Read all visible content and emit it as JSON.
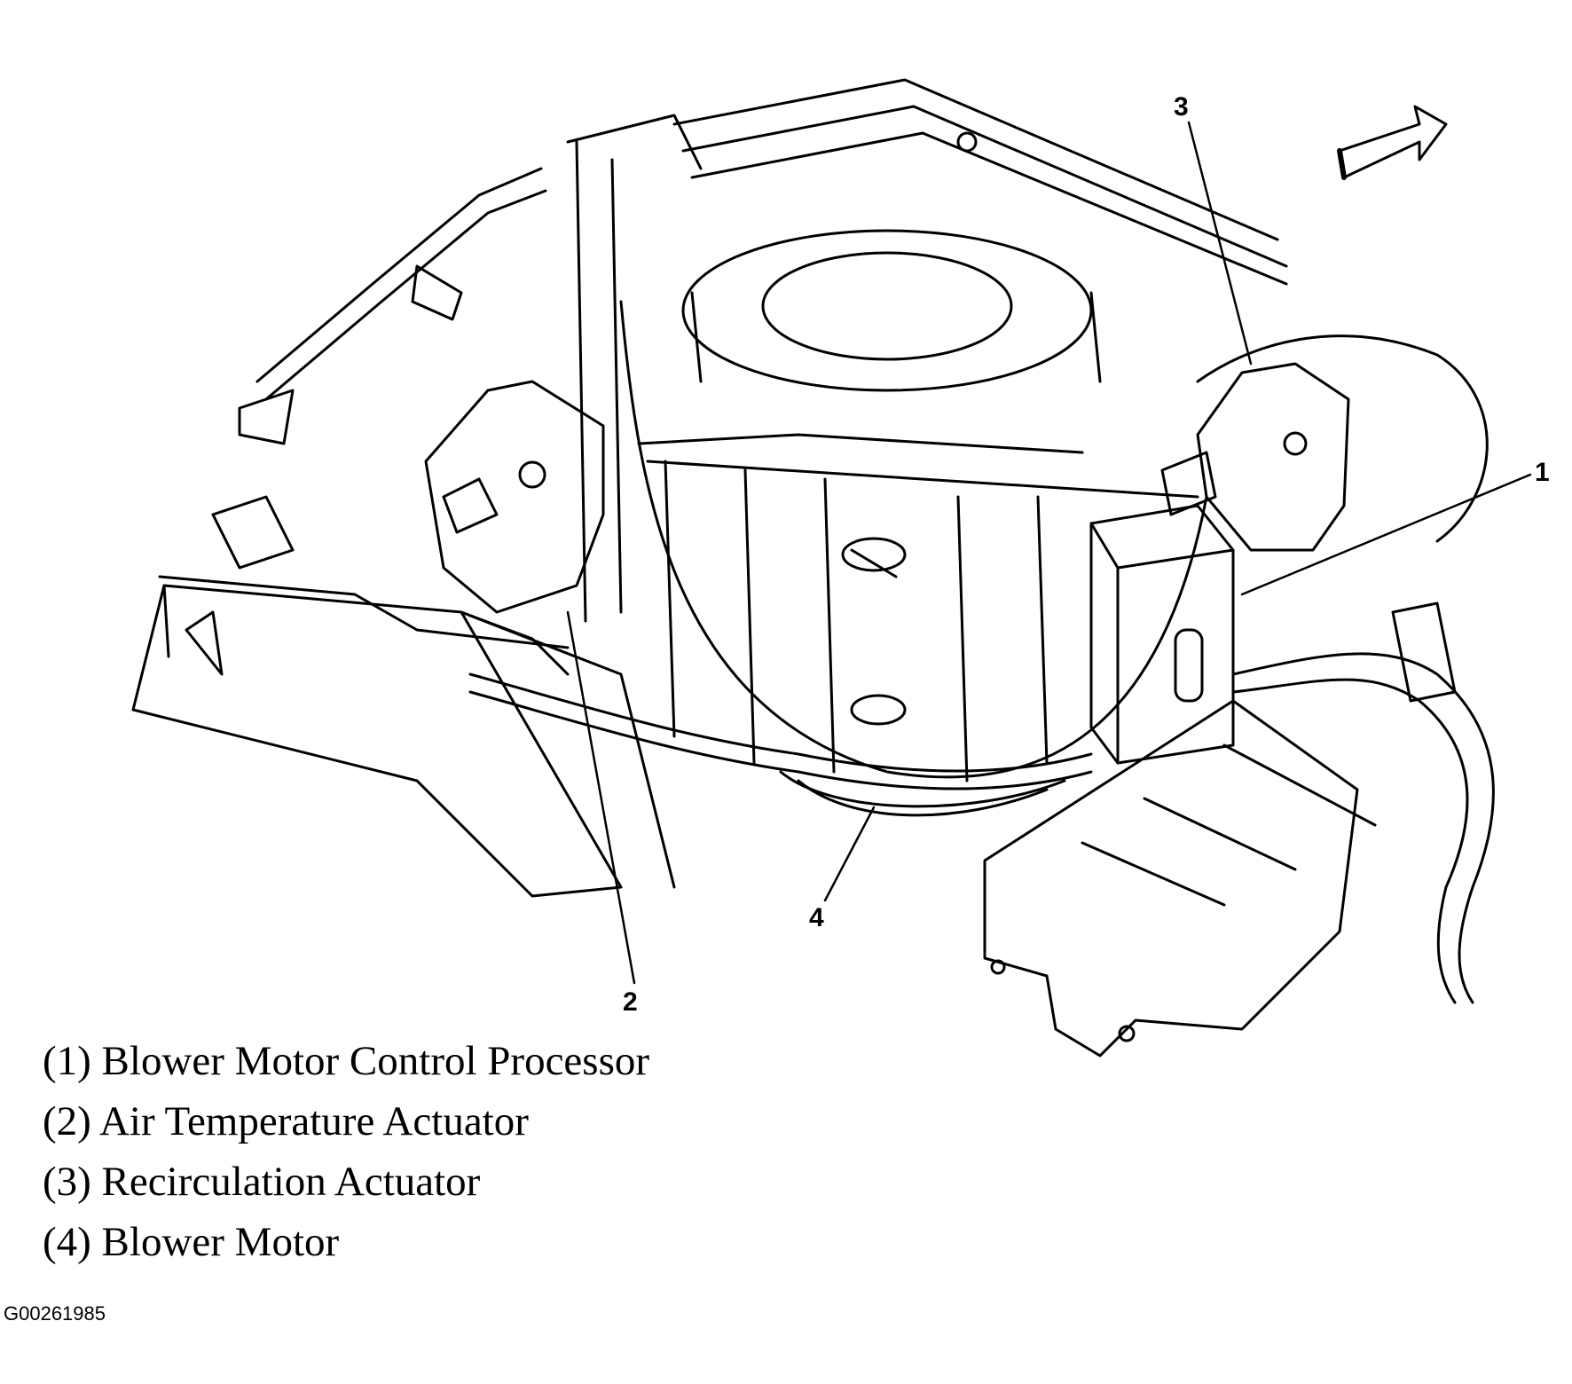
{
  "callouts": [
    {
      "id": "1",
      "label": "1"
    },
    {
      "id": "2",
      "label": "2"
    },
    {
      "id": "3",
      "label": "3"
    },
    {
      "id": "4",
      "label": "4"
    }
  ],
  "legend": [
    "(1) Blower Motor Control Processor",
    "(2) Air Temperature Actuator",
    "(3) Recirculation Actuator",
    "(4) Blower Motor"
  ],
  "figure_id": "G00261985",
  "colors": {
    "ink": "#000000",
    "paper": "#ffffff"
  }
}
